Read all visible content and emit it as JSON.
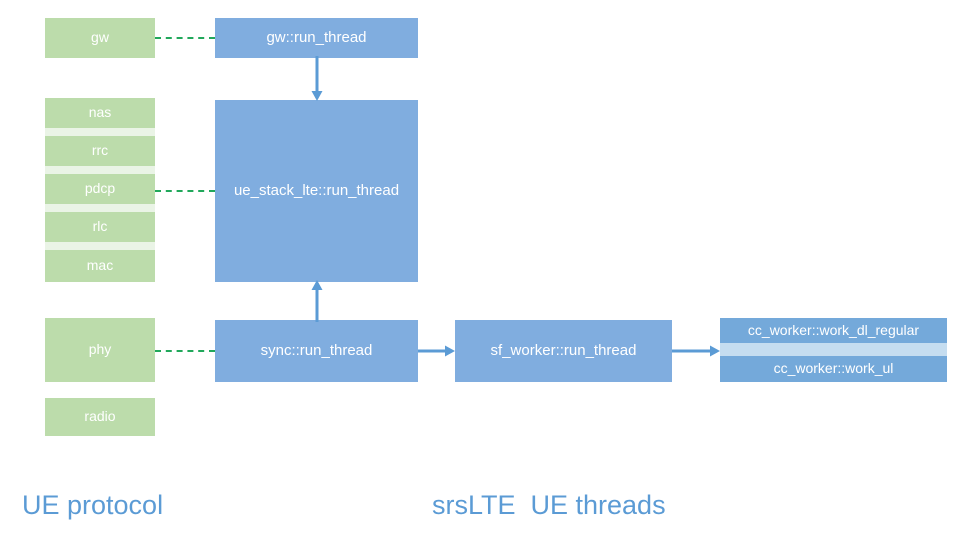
{
  "diagram": {
    "title_left": "UE protocol",
    "title_right": "srsLTE  UE threads",
    "colors": {
      "green_box": "#bcdcab",
      "green_gap": "#eaf4e6",
      "blue_box": "#80addf",
      "blue_sub": "#74a9da",
      "blue_gap": "#c5ddf0",
      "arrow": "#5b9bd5",
      "dashed_link": "#21a85b",
      "caption": "#5b9bd5",
      "box_text": "#ffffff",
      "background": "#ffffff"
    },
    "protocol_boxes": [
      {
        "label": "gw"
      },
      {
        "label": "nas"
      },
      {
        "label": "rrc"
      },
      {
        "label": "pdcp"
      },
      {
        "label": "rlc"
      },
      {
        "label": "mac"
      },
      {
        "label": "phy"
      },
      {
        "label": "radio"
      }
    ],
    "thread_boxes": [
      {
        "label": "gw::run_thread"
      },
      {
        "label": "ue_stack_lte::run_thread"
      },
      {
        "label": "sync::run_thread"
      },
      {
        "label": "sf_worker::run_thread"
      }
    ],
    "cc_worker_boxes": [
      {
        "label": "cc_worker::work_dl_regular"
      },
      {
        "label": "cc_worker::work_ul"
      }
    ],
    "links": [
      {
        "from": "gw",
        "to": "gw::run_thread",
        "style": "dashed-green"
      },
      {
        "from": "pdcp",
        "to": "ue_stack_lte::run_thread",
        "style": "dashed-green"
      },
      {
        "from": "phy",
        "to": "sync::run_thread",
        "style": "dashed-green"
      },
      {
        "from": "gw::run_thread",
        "to": "ue_stack_lte::run_thread",
        "style": "arrow-down"
      },
      {
        "from": "sync::run_thread",
        "to": "ue_stack_lte::run_thread",
        "style": "arrow-up"
      },
      {
        "from": "sync::run_thread",
        "to": "sf_worker::run_thread",
        "style": "arrow-right"
      },
      {
        "from": "sf_worker::run_thread",
        "to": "cc_worker",
        "style": "arrow-right"
      }
    ]
  }
}
